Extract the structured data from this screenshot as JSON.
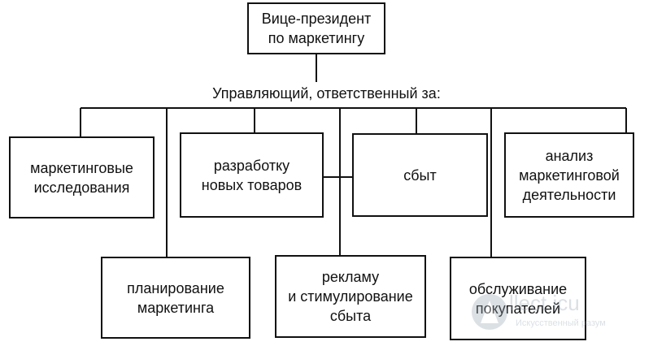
{
  "top": {
    "line1": "Вице-президент",
    "line2": "по маркетингу"
  },
  "caption": "Управляющий, ответственный за:",
  "units": {
    "research": {
      "line1": "маркетинговые",
      "line2": "исследования"
    },
    "new_products": {
      "line1": "разработку",
      "line2": "новых товаров"
    },
    "sales": {
      "line1": "сбыт"
    },
    "analysis": {
      "line1": "анализ",
      "line2": "маркетинговой",
      "line3": "деятельности"
    },
    "planning": {
      "line1": "планирование",
      "line2": "маркетинга"
    },
    "advertising": {
      "line1": "рекламу",
      "line2": "и стимулирование",
      "line3": "сбыта"
    },
    "service": {
      "line1": "обслуживание",
      "line2": "покупателей"
    }
  },
  "watermark": {
    "text": "llect.icu",
    "subtitle": "Искусственный разум"
  },
  "colors": {
    "line": "#111111",
    "background": "#ffffff",
    "watermark": "#9aa7b5"
  }
}
